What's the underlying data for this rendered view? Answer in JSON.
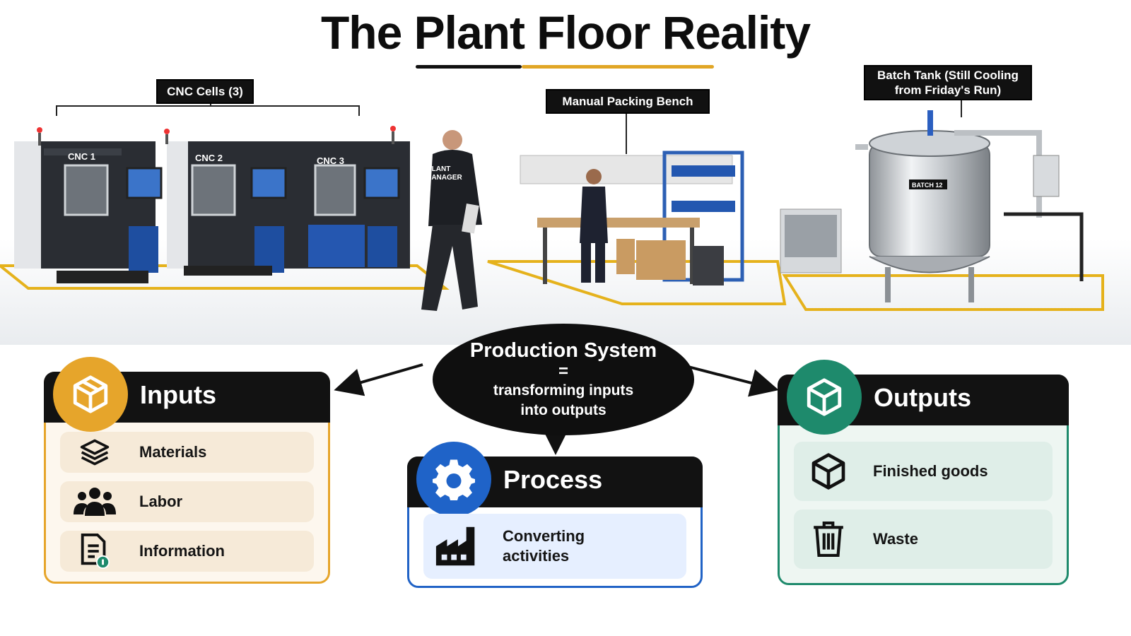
{
  "title": "The Plant Floor Reality",
  "callouts": {
    "cnc_cells": "CNC Cells (3)",
    "packing": "Manual Packing Bench",
    "batch_tank_line1": "Batch Tank (Still Cooling",
    "batch_tank_line2": "from Friday's Run)"
  },
  "scene_labels": {
    "cnc1": "CNC 1",
    "cnc2": "CNC 2",
    "cnc3": "CNC 3",
    "manager_line1": "PLANT",
    "manager_line2": "MANAGER",
    "batch": "BATCH 12"
  },
  "hub": {
    "title": "Production System",
    "equals": "=",
    "line1": "transforming inputs",
    "line2": "into outputs"
  },
  "inputs": {
    "label": "Inputs",
    "items": [
      {
        "label": "Materials",
        "icon": "layers-icon"
      },
      {
        "label": "Labor",
        "icon": "people-icon"
      },
      {
        "label": "Information",
        "icon": "document-info-icon"
      }
    ]
  },
  "process": {
    "label": "Process",
    "item_line1": "Converting",
    "item_line2": "activities",
    "icon": "factory-icon"
  },
  "outputs": {
    "label": "Outputs",
    "items": [
      {
        "label": "Finished goods",
        "icon": "box-icon"
      },
      {
        "label": "Waste",
        "icon": "trash-icon"
      }
    ]
  },
  "colors": {
    "inputs_accent": "#e6a52b",
    "process_accent": "#1f63c8",
    "outputs_accent": "#1e8a6c",
    "dark": "#121212"
  }
}
